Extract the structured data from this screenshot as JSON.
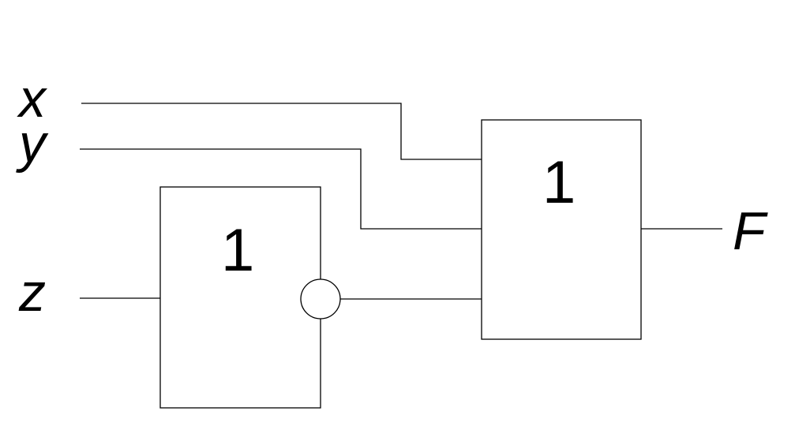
{
  "inputs": {
    "x": "x",
    "y": "y",
    "z": "z"
  },
  "output": "F",
  "gates": {
    "not_gate": {
      "symbol": "1",
      "inverted_output": true
    },
    "or_gate": {
      "symbol": "1",
      "inverted_output": false
    }
  },
  "colors": {
    "stroke": "#000000",
    "background": "#ffffff"
  }
}
